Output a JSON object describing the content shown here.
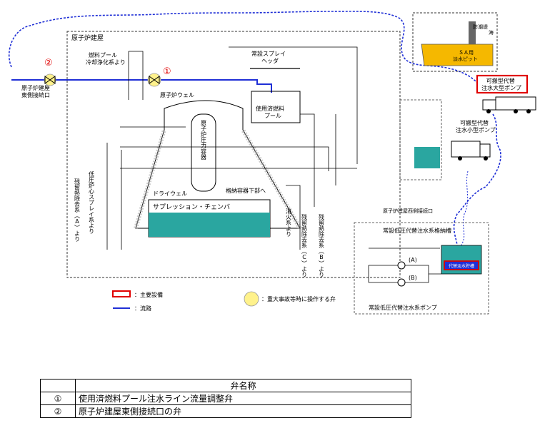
{
  "labels": {
    "reactor_building": "原子炉建屋",
    "reactor_bldg_east_port": "原子炉建屋\n東側接続口",
    "fuel_pool_cooling": "燃料プール\n冷却浄化系より",
    "reactor_well": "原子炉ウェル",
    "spray_header": "常設スプレイ\nヘッダ",
    "spent_fuel_pool": "使用済燃料\nプール",
    "rpv": "原子炉圧力容器",
    "drywell": "ドライウェル",
    "to_pedestal": "格納容器下部へ",
    "suppression_chamber": "サプレッション・チェンバ",
    "lpci_a": "低圧炉心スプレイ系より",
    "rhr_a": "残留熱除去系（A）より",
    "rhr_c": "残留熱除去系（C）より",
    "rhr_b": "残留熱除去系（B）より",
    "fire_protection": "消火系より",
    "sa_pit": "ＳＡ用\n淡水ピット",
    "seawall": "防潮堤",
    "sea": "海",
    "portable_large_pump": "可搬型代替\n注水大型ポンプ",
    "portable_small_pump": "可搬型代替\n注水小型ポンプ",
    "lowpress_room": "常設低圧代替注水系格納槽",
    "lowpress_pump_label": "常設低圧代替注水系ポンプ",
    "storage_tank": "代替淡水貯槽",
    "small_tank_room": "原子炉建屋西側接続口",
    "pump_a": "(A)",
    "pump_b": "(B)"
  },
  "markers": {
    "valve1": "①",
    "valve2": "②"
  },
  "legend": {
    "main_equipment": "：主要設備",
    "flow_path": "：流路",
    "operated_valve": "：重大事故等時に操作する弁"
  },
  "table": {
    "header": "弁名称",
    "rows": [
      {
        "no": "①",
        "name": "使用済燃料プール注水ライン流量調整弁"
      },
      {
        "no": "②",
        "name": "原子炉建屋東側接続口の弁"
      }
    ]
  },
  "colors": {
    "flow_line": "#1f2fd6",
    "main_equipment": "#e00000",
    "valve_highlight": "#fff28c",
    "water": "#2aa6a0",
    "hose": "#1f2fd6",
    "pit": "#f5b800"
  }
}
